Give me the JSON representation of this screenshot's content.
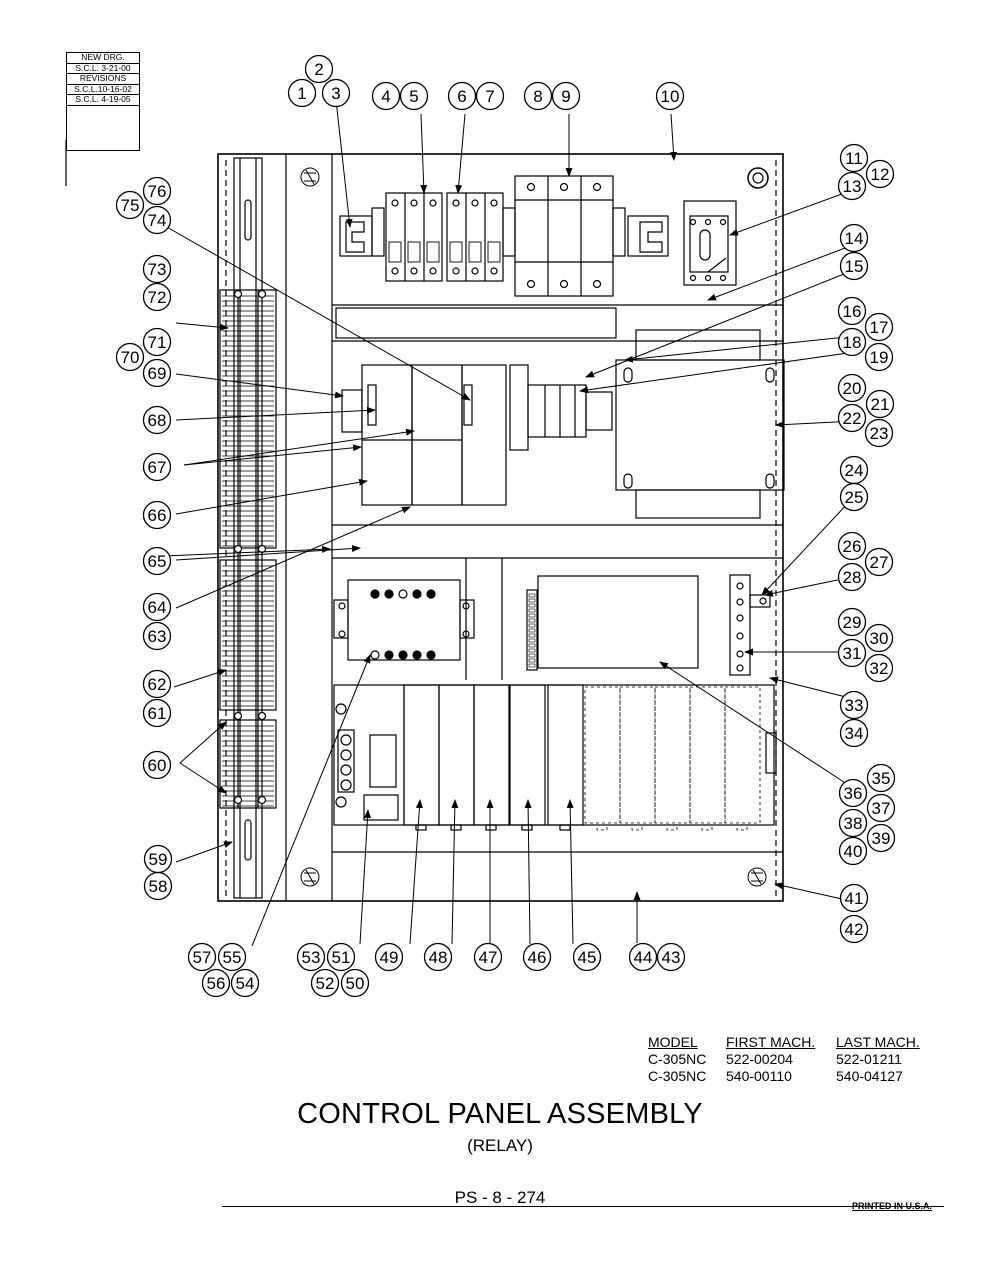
{
  "revision_block": {
    "new_drawing_label": "NEW DRG.",
    "new_drawing_date": "S.C.L. 3-21-00",
    "revisions_label": "REVISIONS",
    "revisions": [
      "S.C.L.10-16-02",
      "S.C.L. 4-19-05"
    ]
  },
  "callouts": [
    "1",
    "2",
    "3",
    "4",
    "5",
    "6",
    "7",
    "8",
    "9",
    "10",
    "11",
    "12",
    "13",
    "14",
    "15",
    "16",
    "17",
    "18",
    "19",
    "20",
    "21",
    "22",
    "23",
    "24",
    "25",
    "26",
    "27",
    "28",
    "29",
    "30",
    "31",
    "32",
    "33",
    "34",
    "35",
    "36",
    "37",
    "38",
    "39",
    "40",
    "41",
    "42",
    "43",
    "44",
    "45",
    "46",
    "47",
    "48",
    "49",
    "50",
    "51",
    "52",
    "53",
    "54",
    "55",
    "56",
    "57",
    "58",
    "59",
    "60",
    "61",
    "62",
    "63",
    "64",
    "65",
    "66",
    "67",
    "68",
    "69",
    "70",
    "71",
    "72",
    "73",
    "74",
    "75",
    "76"
  ],
  "model_table": {
    "headers": [
      "MODEL",
      "FIRST MACH.",
      "LAST MACH."
    ],
    "rows": [
      [
        "C-305NC",
        "522-00204",
        "522-01211"
      ],
      [
        "C-305NC",
        "540-00110",
        "540-04127"
      ]
    ]
  },
  "title": "CONTROL PANEL ASSEMBLY",
  "subtitle": "(RELAY)",
  "page_number": "PS - 8 - 274",
  "printed_note": "PRINTED IN U.S.A."
}
